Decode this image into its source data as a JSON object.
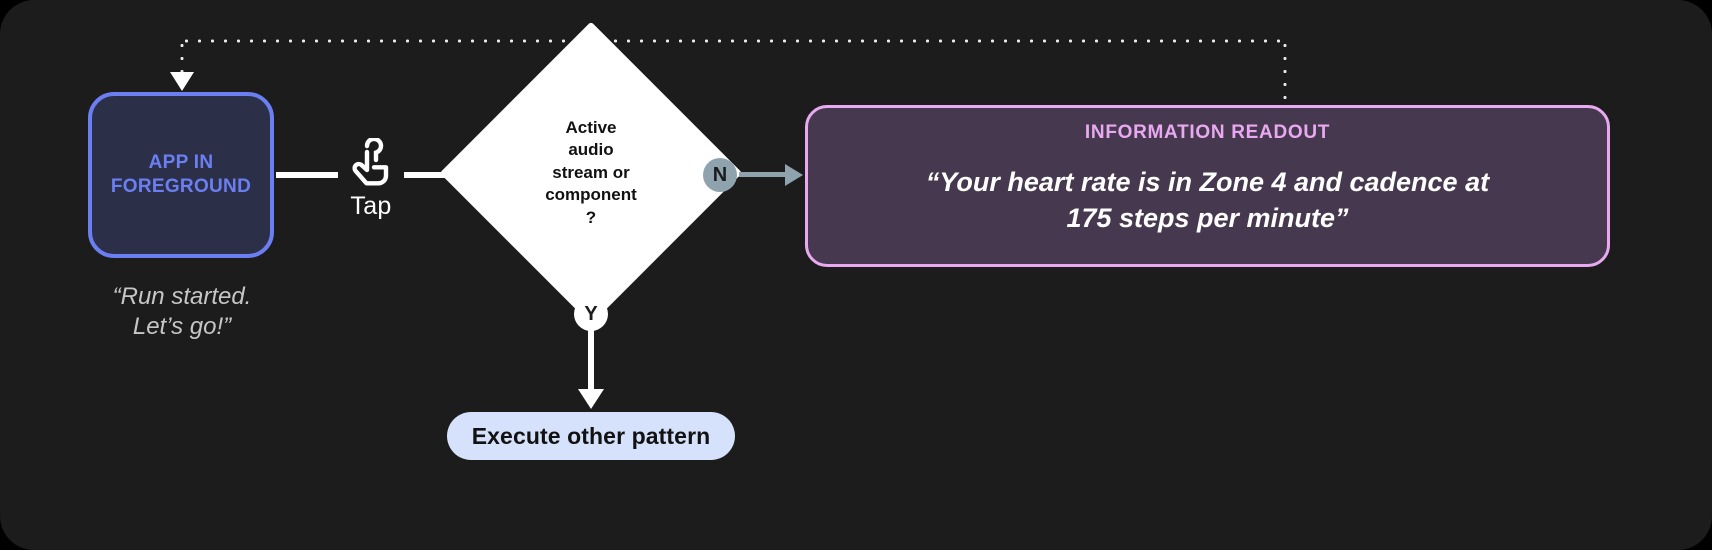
{
  "diagram": {
    "background_color": "#1c1c1c",
    "nodes": {
      "app": {
        "label": "APP IN\nFOREGROUND",
        "caption": "“Run started.\nLet’s go!”",
        "border_color": "#6c7ff2",
        "fill_color": "#2b3048",
        "text_color": "#6c7ff2"
      },
      "gesture": {
        "icon": "tap-gesture-icon",
        "label": "Tap"
      },
      "decision": {
        "text": "Active\naudio\nstream or\ncomponent\n?",
        "fill_color": "#ffffff",
        "text_color": "#111111"
      },
      "branch_no": {
        "badge": "N",
        "badge_fill": "#8fa3ae",
        "connector_color": "#8fa3ae"
      },
      "branch_yes": {
        "badge": "Y",
        "badge_fill": "#ffffff",
        "connector_color": "#ffffff"
      },
      "pill": {
        "label": "Execute other pattern",
        "fill_color": "#d6e1fb",
        "text_color": "#121212"
      },
      "readout": {
        "title": "INFORMATION READOUT",
        "body": "“Your heart rate is in Zone 4 and cadence at\n175 steps per minute”",
        "border_color": "#e9a9f0",
        "fill_color": "#46394f",
        "title_color": "#e9a9f0",
        "body_color": "#ffffff"
      }
    },
    "feedback_path": {
      "style": "dotted",
      "color": "#e8e8e8"
    }
  }
}
